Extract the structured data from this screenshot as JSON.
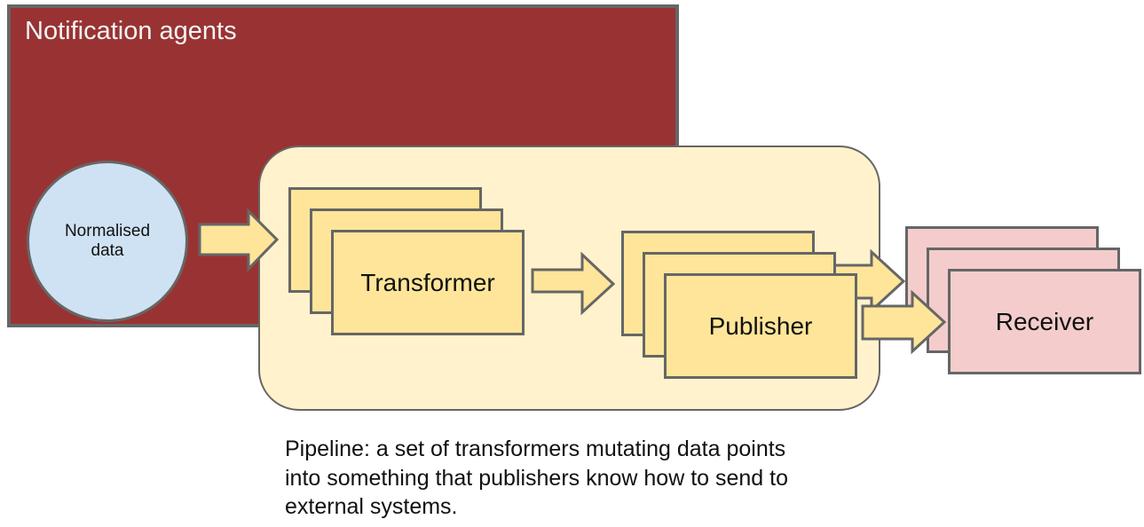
{
  "diagram": {
    "notification_box": {
      "label": "Notification agents"
    },
    "normalised_data": {
      "label": "Normalised data"
    },
    "transformer": {
      "label": "Transformer",
      "stack_count": 3
    },
    "publisher": {
      "label": "Publisher",
      "stack_count": 3
    },
    "receiver": {
      "label": "Receiver",
      "stack_count": 3
    },
    "caption": {
      "lines": [
        "Pipeline: a set of transformers mutating data points",
        "into something that publishers know how to send to",
        "external systems."
      ]
    }
  },
  "icons": [
    "flow-arrow-right-icon"
  ],
  "colors": {
    "notification_box_fill": "#993333",
    "pipeline_fill": "#fff2cc",
    "card_yellow_fill": "#ffe599",
    "card_pink_fill": "#f4cccc",
    "circle_blue_fill": "#cfe2f3",
    "border_gray": "#666666",
    "title_text": "#f3f3f3",
    "body_text": "#111111",
    "canvas_background": "#ffffff"
  }
}
